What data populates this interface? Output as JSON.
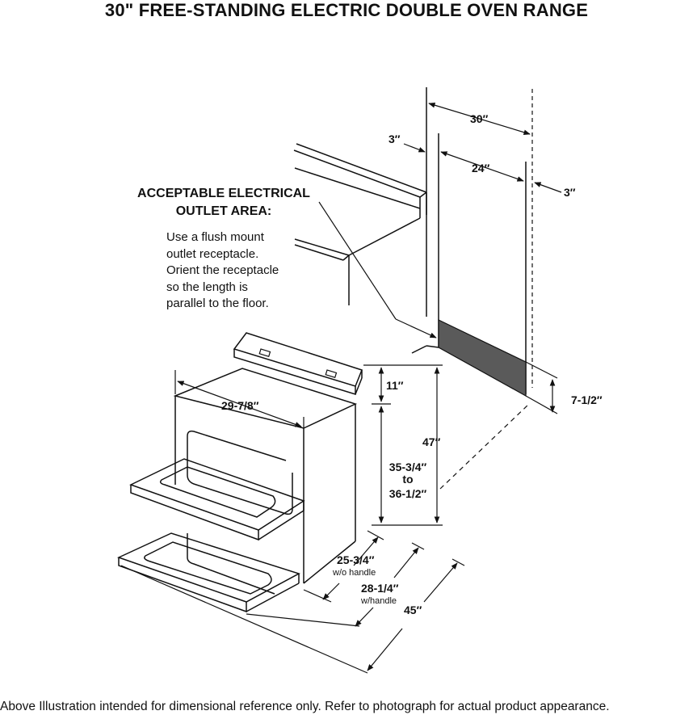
{
  "title": "30\" FREE-STANDING ELECTRIC DOUBLE OVEN RANGE",
  "outlet": {
    "heading_line1": "ACCEPTABLE ELECTRICAL",
    "heading_line2": "OUTLET AREA:",
    "note_lines": [
      "Use a flush mount",
      "outlet receptacle.",
      "Orient the receptacle",
      "so the length is",
      "parallel to the floor."
    ]
  },
  "dimensions": {
    "cabinet_width": "30″",
    "left_clearance": "3″",
    "outlet_width": "24″",
    "right_clearance": "3″",
    "outlet_height": "7-1/2″",
    "backguard_height": "11″",
    "total_height": "47″",
    "cooktop_height_line1": "35-3/4″",
    "cooktop_height_line2": "to",
    "cooktop_height_line3": "36-1/2″",
    "range_width": "29-7/8″",
    "depth_no_handle": "25-3/4″",
    "depth_no_handle_note": "w/o handle",
    "depth_with_handle": "28-1/4″",
    "depth_with_handle_note": "w/handle",
    "depth_door_open": "45″"
  },
  "footer": "Above Illustration intended for dimensional reference only. Refer to photograph for actual product appearance."
}
